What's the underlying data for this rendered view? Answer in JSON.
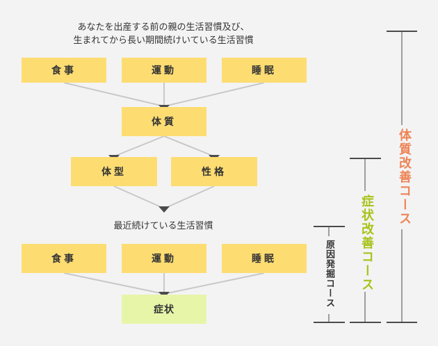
{
  "captions": {
    "top_line1": "あなたを出産する前の親の生活習慣及び、",
    "top_line2": "生まれてから長い期間続けいている生活習慣",
    "middle": "最近続けている生活習慣"
  },
  "top_row": [
    "食事",
    "運動",
    "睡眠"
  ],
  "constitution": "体質",
  "middle_row": [
    "体型",
    "性格"
  ],
  "bottom_row": [
    "食事",
    "運動",
    "睡眠"
  ],
  "symptom": "症状",
  "courses": {
    "body_course": "体質改善コース",
    "symptom_course": "症状改善コース",
    "cause_course": "原因発掘コース"
  },
  "colors": {
    "box": "#fddd72",
    "symptom_box": "#e7f5a9",
    "connector": "#c8c8c8",
    "arrow": "#4a4a4a",
    "body_course": "#ee8456",
    "symptom_course": "#a6c31a"
  }
}
